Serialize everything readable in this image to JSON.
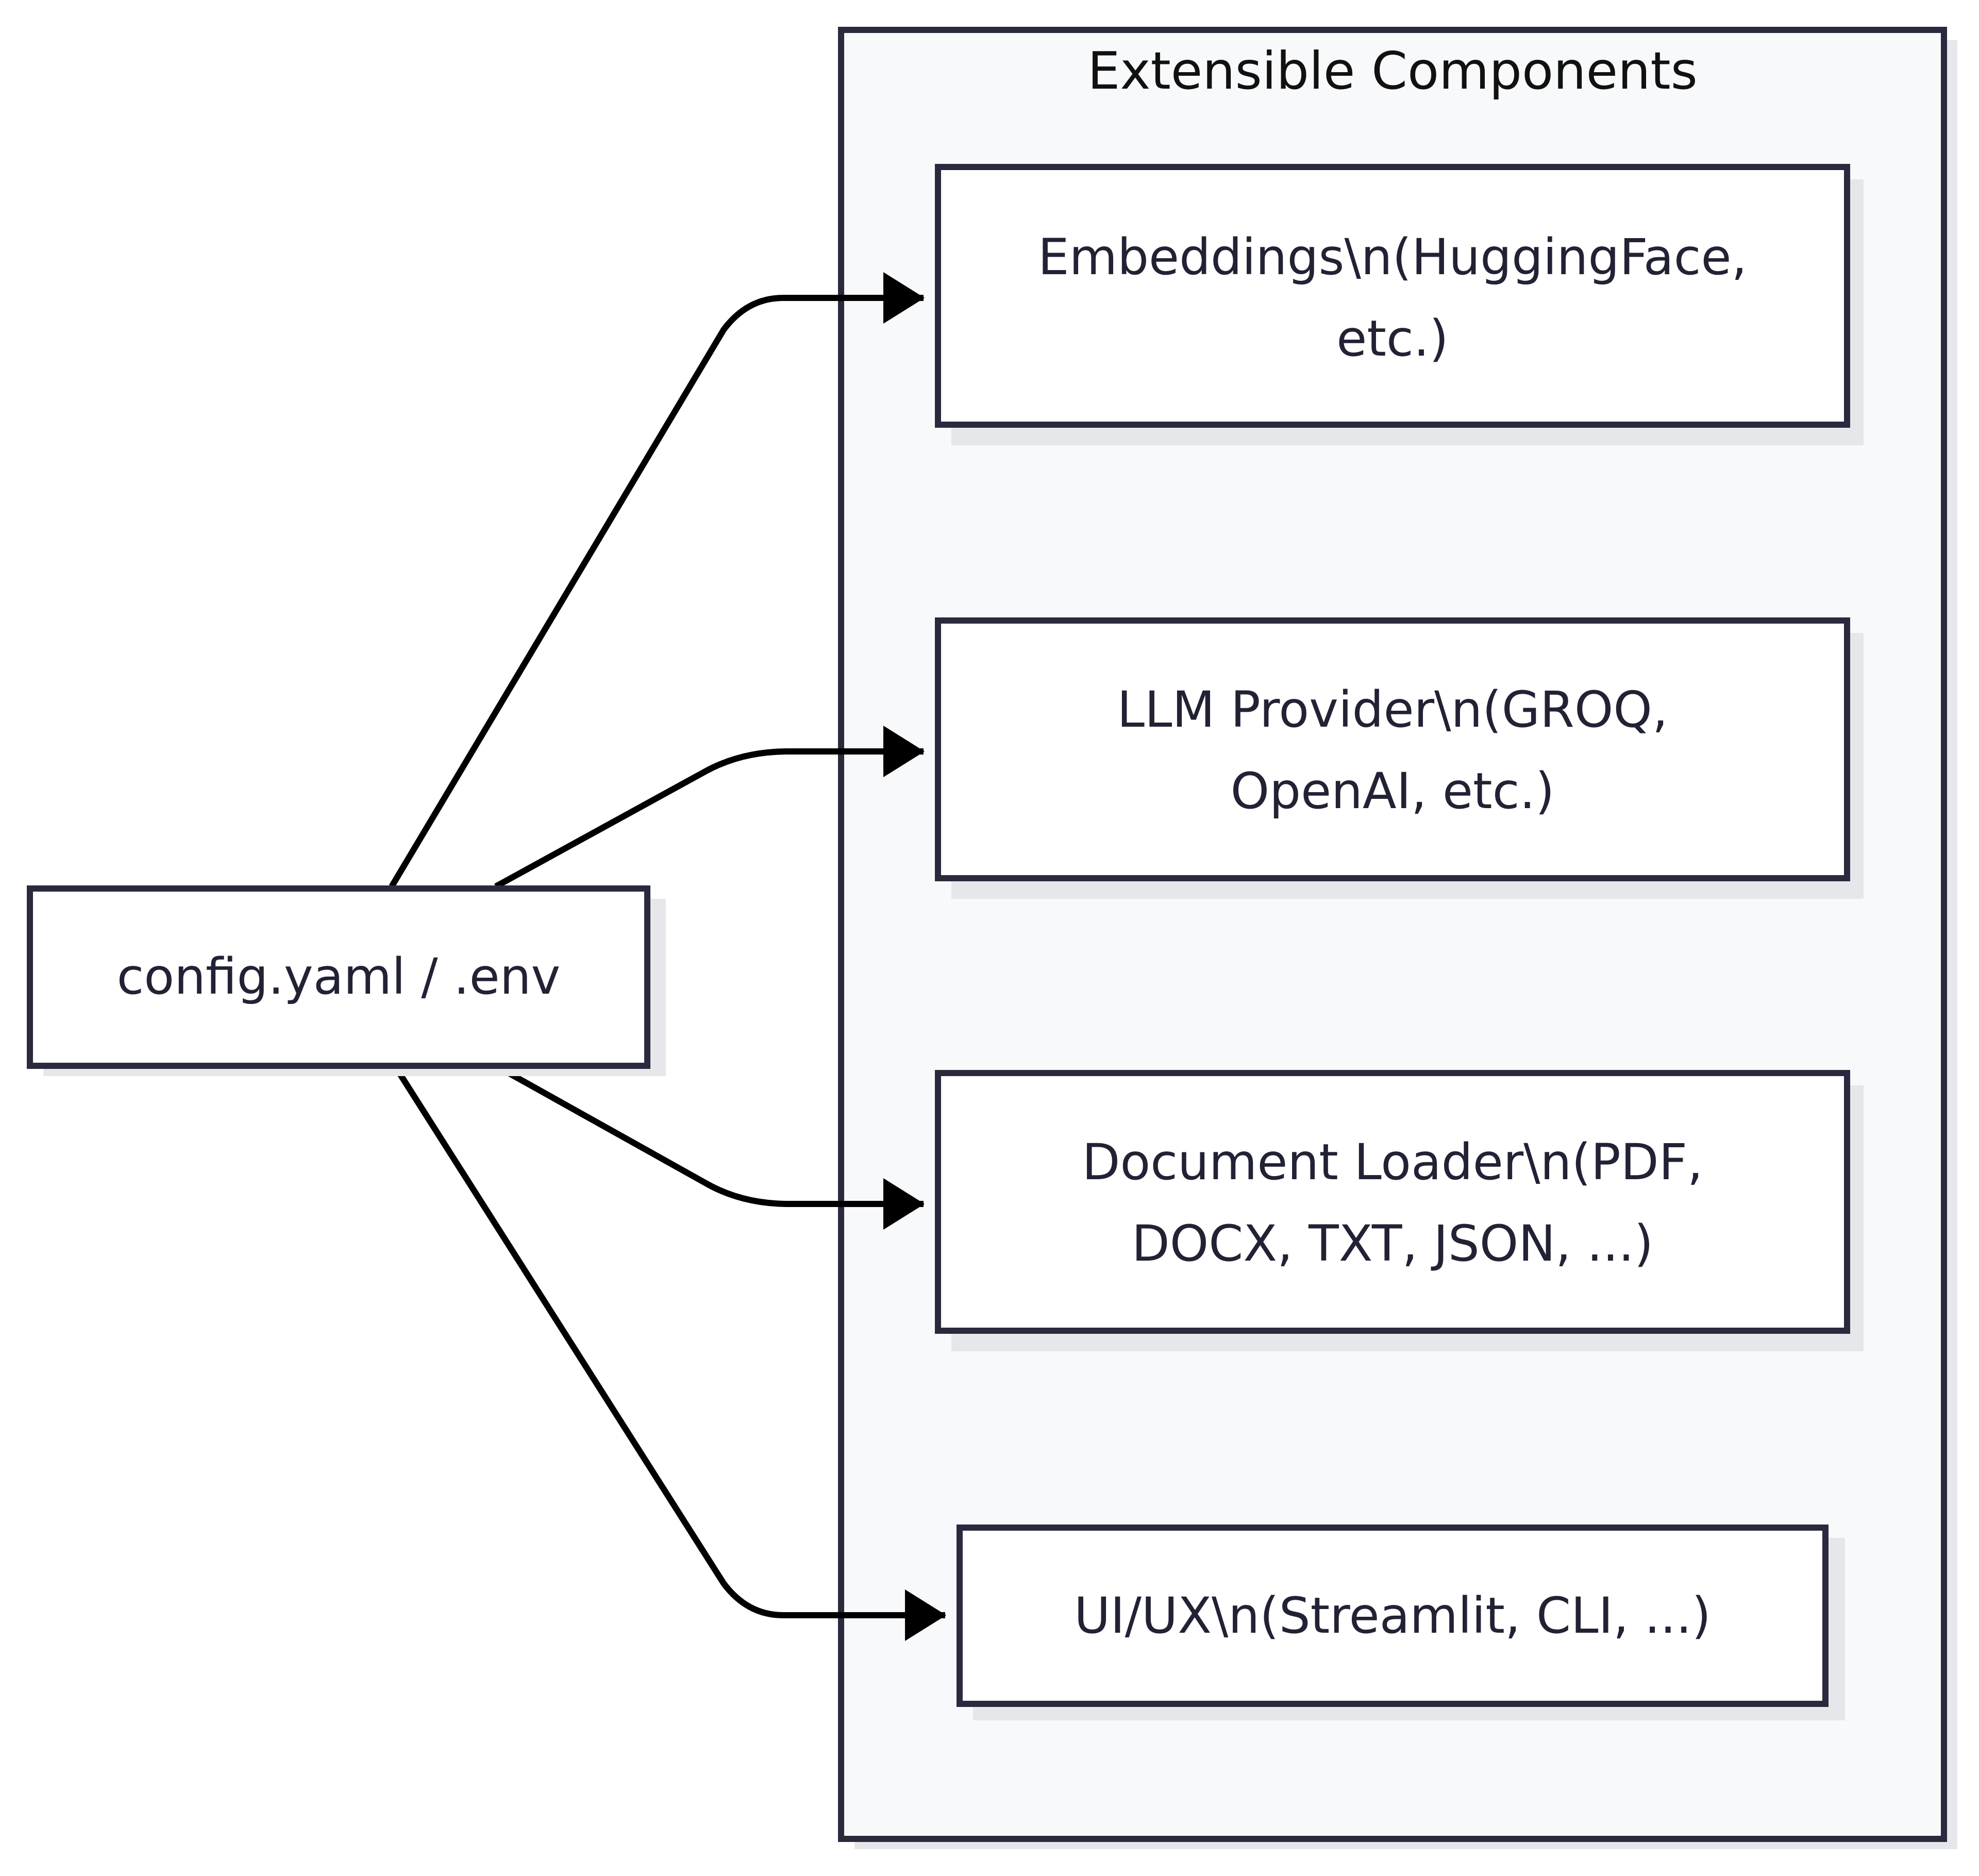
{
  "colors": {
    "background": "#ffffff",
    "group_fill": "#f8f9fb",
    "node_fill": "#ffffff",
    "border": "#2a2a3e",
    "shadow": "#e6e7eb",
    "edge": "#000000",
    "text": "#222235"
  },
  "group": {
    "title": "Extensible Components"
  },
  "source": {
    "label": "config.yaml / .env"
  },
  "components": [
    {
      "lines": [
        "Embeddings\\n(HuggingFace,",
        "etc.)"
      ]
    },
    {
      "lines": [
        "LLM Provider\\n(GROQ,",
        "OpenAI, etc.)"
      ]
    },
    {
      "lines": [
        "Document Loader\\n(PDF,",
        "DOCX, TXT, JSON, ...)"
      ]
    },
    {
      "lines": [
        "UI/UX\\n(Streamlit, CLI, ...)"
      ]
    }
  ]
}
